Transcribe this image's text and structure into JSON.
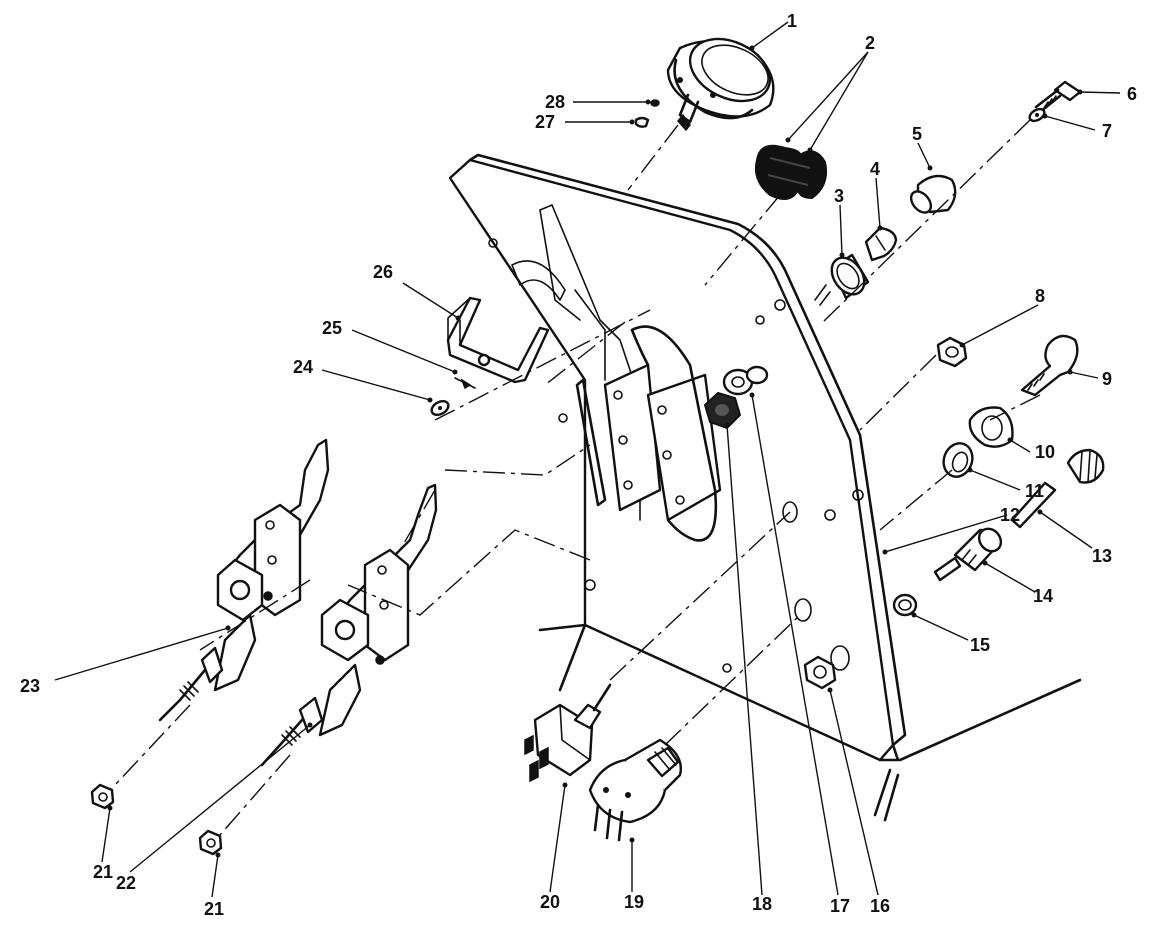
{
  "callouts": [
    "1",
    "2",
    "3",
    "4",
    "5",
    "6",
    "7",
    "8",
    "9",
    "10",
    "11",
    "12",
    "13",
    "14",
    "15",
    "16",
    "17",
    "18",
    "19",
    "20",
    "21",
    "21",
    "22",
    "23",
    "24",
    "25",
    "26",
    "27",
    "28"
  ]
}
